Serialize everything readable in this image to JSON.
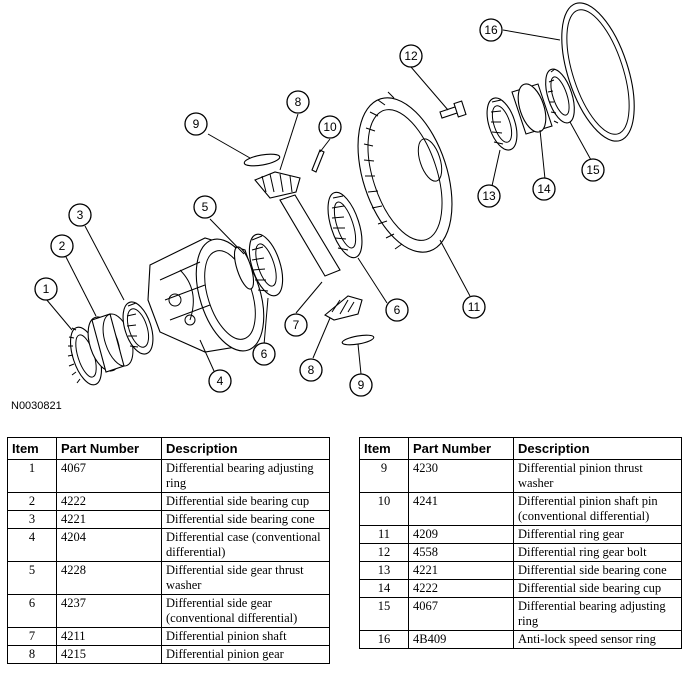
{
  "figure_id": "N0030821",
  "callouts": [
    "1",
    "2",
    "3",
    "4",
    "5",
    "6",
    "6",
    "7",
    "8",
    "8",
    "9",
    "9",
    "10",
    "11",
    "12",
    "13",
    "14",
    "15",
    "16"
  ],
  "table_headers": {
    "item": "Item",
    "part_number": "Part Number",
    "description": "Description"
  },
  "parts_left": [
    {
      "item": "1",
      "part": "4067",
      "desc": "Differential bearing adjusting ring"
    },
    {
      "item": "2",
      "part": "4222",
      "desc": "Differential side bearing cup"
    },
    {
      "item": "3",
      "part": "4221",
      "desc": "Differential side bearing cone"
    },
    {
      "item": "4",
      "part": "4204",
      "desc": "Differential case (conventional differential)"
    },
    {
      "item": "5",
      "part": "4228",
      "desc": "Differential side gear thrust washer"
    },
    {
      "item": "6",
      "part": "4237",
      "desc": "Differential side gear (conventional differential)"
    },
    {
      "item": "7",
      "part": "4211",
      "desc": "Differential pinion shaft"
    },
    {
      "item": "8",
      "part": "4215",
      "desc": "Differential pinion gear"
    }
  ],
  "parts_right": [
    {
      "item": "9",
      "part": "4230",
      "desc": "Differential pinion thrust washer"
    },
    {
      "item": "10",
      "part": "4241",
      "desc": "Differential pinion shaft pin (conventional differential)"
    },
    {
      "item": "11",
      "part": "4209",
      "desc": "Differential ring gear"
    },
    {
      "item": "12",
      "part": "4558",
      "desc": "Differential ring gear bolt"
    },
    {
      "item": "13",
      "part": "4221",
      "desc": "Differential side bearing cone"
    },
    {
      "item": "14",
      "part": "4222",
      "desc": "Differential side bearing cup"
    },
    {
      "item": "15",
      "part": "4067",
      "desc": "Differential bearing adjusting ring"
    },
    {
      "item": "16",
      "part": "4B409",
      "desc": "Anti-lock speed sensor ring"
    }
  ]
}
